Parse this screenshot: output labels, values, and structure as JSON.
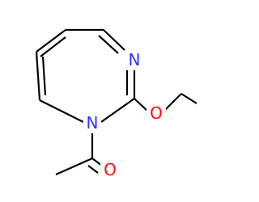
{
  "molecule": {
    "colors": {
      "background": "#ffffff",
      "bond": "#000000",
      "nitrogen": "#3333ff",
      "oxygen": "#ff0d0d"
    },
    "atoms": [
      {
        "id": "n_imine",
        "symbol": "N",
        "element": "nitrogen"
      },
      {
        "id": "n_ring",
        "symbol": "N",
        "element": "nitrogen"
      },
      {
        "id": "o_ether",
        "symbol": "O",
        "element": "oxygen"
      },
      {
        "id": "o_carbonyl",
        "symbol": "O",
        "element": "oxygen"
      }
    ]
  }
}
